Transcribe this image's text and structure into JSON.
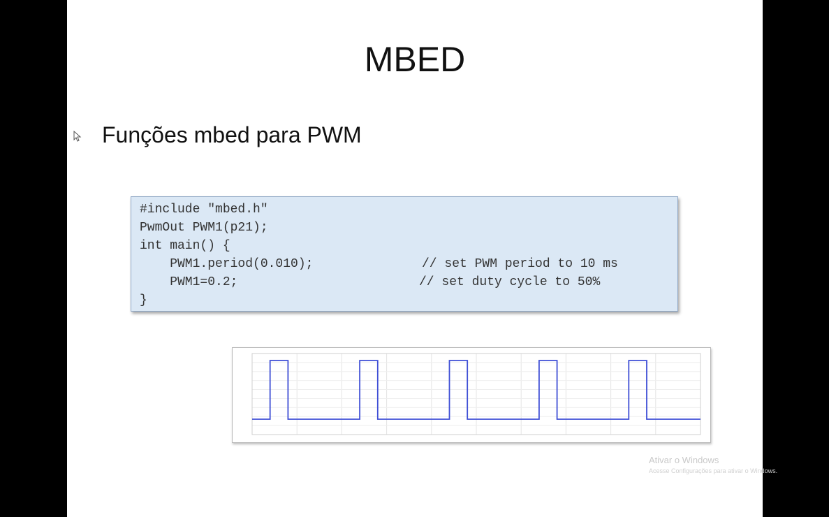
{
  "slide": {
    "title": "MBED",
    "subtitle": "Funções mbed para PWM"
  },
  "code": {
    "lines": [
      "#include \"mbed.h\"",
      "PwmOut PWM1(p21);",
      "int main() {",
      "    PWM1.period(0.010);",
      "    PWM1=0.2;",
      "}"
    ],
    "comments": [
      "// set PWM period to 10 ms",
      "// set duty cycle to 50%"
    ]
  },
  "chart_data": {
    "type": "line",
    "title": "",
    "xlabel": "",
    "ylabel": "",
    "grid": true,
    "series": [
      {
        "values": [
          0,
          0,
          1,
          1,
          0,
          0,
          1,
          1,
          0,
          0,
          1,
          1,
          0,
          0,
          1,
          1,
          0,
          0,
          1,
          1,
          0,
          0
        ],
        "x": [
          0,
          0.2,
          0.2,
          0.4,
          0.4,
          1.2,
          1.2,
          1.4,
          1.4,
          2.2,
          2.2,
          2.4,
          2.4,
          3.2,
          3.2,
          3.4,
          3.4,
          4.2,
          4.2,
          4.4,
          4.4,
          5.0
        ]
      }
    ],
    "color": "#3f4fd6"
  },
  "watermark": {
    "title": "Ativar o Windows",
    "subtitle": "Acesse Configurações para ativar o Windows."
  },
  "icons": {
    "cursor": "mouse-pointer-icon"
  }
}
